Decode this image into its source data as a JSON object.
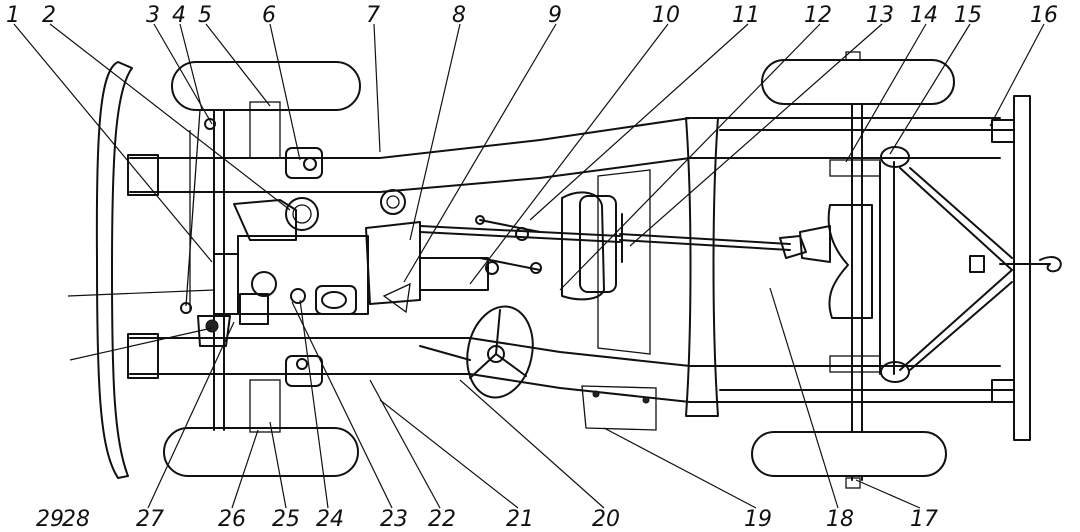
{
  "diagram": {
    "labels_top": [
      "1",
      "2",
      "3",
      "4",
      "5",
      "6",
      "7",
      "8",
      "9",
      "10",
      "11",
      "12",
      "13",
      "14",
      "15",
      "16"
    ],
    "labels_bottom": [
      "29",
      "28",
      "27",
      "26",
      "25",
      "24",
      "23",
      "22",
      "21",
      "20",
      "19",
      "18",
      "17"
    ]
  }
}
